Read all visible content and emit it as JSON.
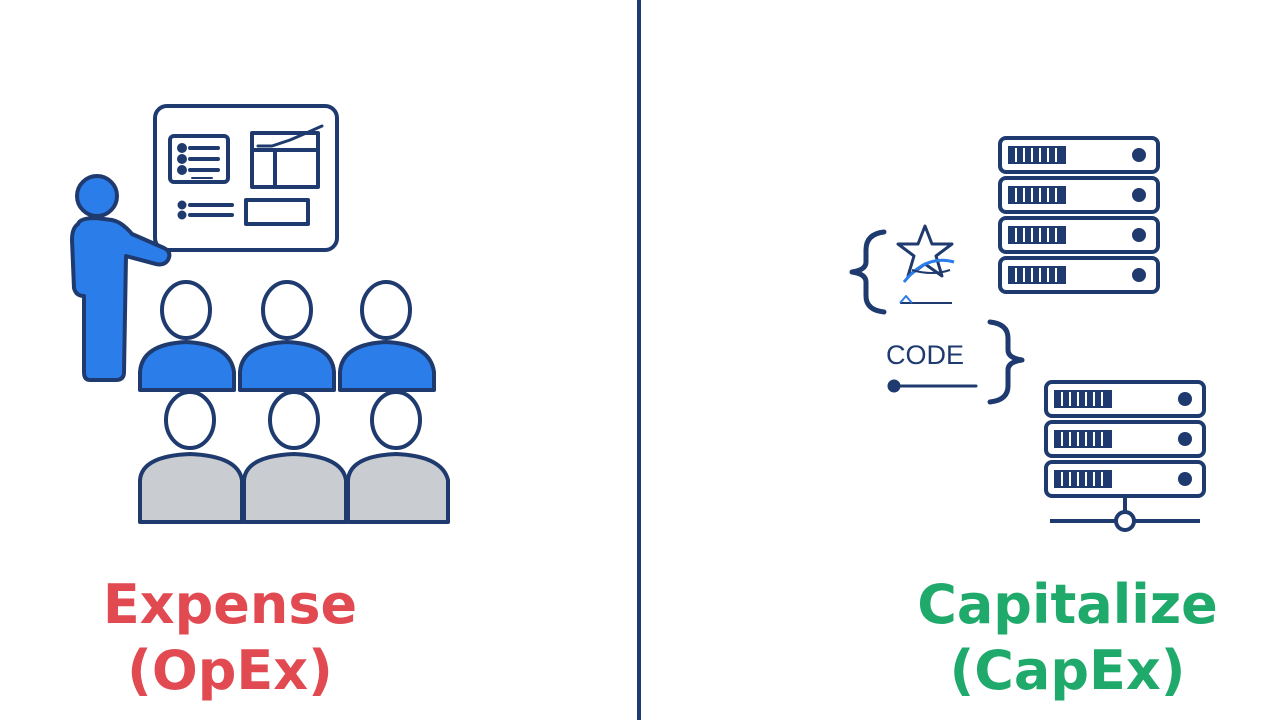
{
  "left_panel": {
    "title": "Expense",
    "subtitle": "(OpEx)",
    "icon": "presentation-audience-icon"
  },
  "right_panel": {
    "code_label": "CODE",
    "title": "Capitalize",
    "subtitle": "(CapEx)",
    "icon": "server-code-icon"
  },
  "colors": {
    "expense": "#e04a50",
    "capitalize": "#1faa6b",
    "outline": "#1e3a6e",
    "fill_blue": "#2b7de9",
    "fill_gray": "#c9ccd0",
    "divider": "#1e3a6e"
  }
}
